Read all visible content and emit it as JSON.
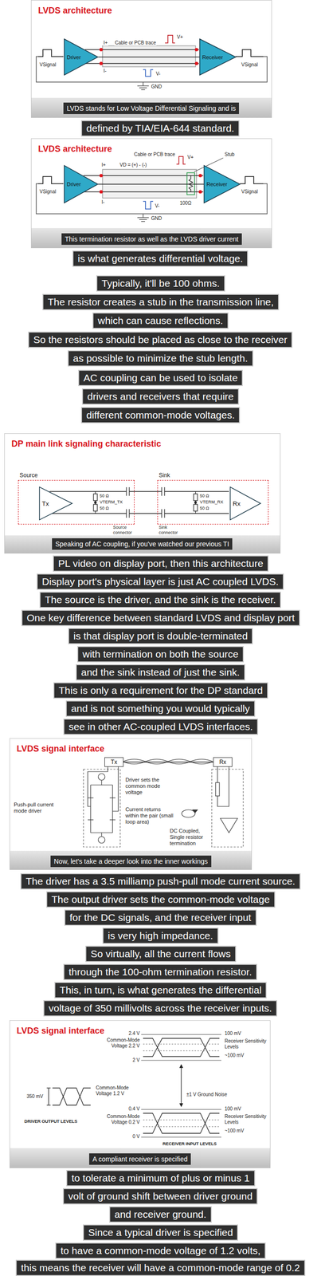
{
  "diagram": {
    "nodes": [
      {
        "text": [
          "LVDS architecture"
        ]
      },
      {
        "text": [
          "Driver"
        ],
        "in": 0
      },
      {
        "text": [
          "Receiver"
        ],
        "in": 0
      },
      {
        "text": [
          "LVDS stands for Low Voltage Differential Signaling and is"
        ],
        "in": 0
      },
      {
        "text": [
          "defined by TIA/EIA-644 standard."
        ]
      },
      {
        "text": [
          "LVDS architecture"
        ]
      },
      {
        "text": [
          "Driver"
        ],
        "in": 5
      },
      {
        "text": [
          "Receiver"
        ],
        "in": 5
      },
      {
        "text": [
          "This termination resistor as well as the LVDS driver current"
        ],
        "in": 5
      },
      {
        "text": [
          "is what generates differential voltage."
        ]
      },
      {
        "text": [
          "Typically, it'll be 100 ohms."
        ]
      },
      {
        "text": [
          "The resistor creates a stub in the transmission line,"
        ]
      },
      {
        "text": [
          "which can cause reflections."
        ]
      },
      {
        "text": [
          "So the resistors should be placed as close to the receiver"
        ]
      },
      {
        "text": [
          "as possible to minimize the stub length."
        ]
      },
      {
        "text": [
          "AC coupling can be used to isolate"
        ]
      },
      {
        "text": [
          "drivers and receivers that require"
        ]
      },
      {
        "text": [
          "different common-mode voltages."
        ]
      },
      {
        "text": [
          "DP main link signaling characteristic"
        ]
      },
      {
        "text": [
          "Source"
        ],
        "in": 18
      },
      {
        "text": [
          "Tx"
        ],
        "in": 19
      },
      {
        "text": [
          "Sink"
        ],
        "in": 18
      },
      {
        "text": [
          "Rx"
        ],
        "in": 21
      },
      {
        "text": [
          "Speaking of AC coupling, if you've watched our previous TI"
        ],
        "in": 18
      },
      {
        "text": [
          "PL video on display port, then this architecture"
        ]
      },
      {
        "text": [
          "Display port's physical layer is just AC coupled LVDS."
        ]
      },
      {
        "text": [
          "The source is the driver, and the sink is the receiver."
        ]
      },
      {
        "text": [
          "One key difference between standard LVDS and display port"
        ]
      },
      {
        "text": [
          "is that display port is double-terminated"
        ]
      },
      {
        "text": [
          "with termination on both the source"
        ]
      },
      {
        "text": [
          "and the sink instead of just the sink."
        ]
      },
      {
        "text": [
          "This is only a requirement for the DP standard"
        ]
      },
      {
        "text": [
          "and is not something you would typically"
        ]
      },
      {
        "text": [
          "see in other AC-coupled LVDS interfaces."
        ]
      },
      {
        "text": [
          "LVDS signal interface"
        ]
      },
      {
        "text": [
          "Tx"
        ],
        "in": 34
      },
      {
        "text": [
          "Rx"
        ],
        "in": 34
      },
      {
        "text": [
          "Now, let's take a deeper look into the inner workings"
        ],
        "in": 34
      },
      {
        "text": [
          "The driver has a 3.5 milliamp push-pull mode current source."
        ]
      },
      {
        "text": [
          "The output driver sets the common-mode voltage"
        ]
      },
      {
        "text": [
          "for the DC signals, and the receiver input"
        ]
      },
      {
        "text": [
          "is very high impedance."
        ]
      },
      {
        "text": [
          "So virtually, all the current flows"
        ]
      },
      {
        "text": [
          "through the 100-ohm termination resistor."
        ]
      },
      {
        "text": [
          "This, in turn, is what generates the differential"
        ]
      },
      {
        "text": [
          "voltage of 350 millivolts across the receiver inputs."
        ]
      },
      {
        "text": [
          "LVDS signal interface"
        ]
      },
      {
        "text": [
          "A compliant receiver is specified"
        ],
        "in": 46
      },
      {
        "text": [
          "to tolerate a minimum of plus or minus 1"
        ]
      },
      {
        "text": [
          "volt of ground shift between driver ground"
        ]
      },
      {
        "text": [
          "and receiver ground."
        ]
      },
      {
        "text": [
          "Since a typical driver is specified"
        ]
      },
      {
        "text": [
          "to have a common-mode voltage of 1.2 volts,"
        ]
      },
      {
        "text": [
          "this means the receiver will have a common-mode range of 0.2"
        ]
      }
    ],
    "edges": [
      {
        "from": 1,
        "to": 2,
        "arrow": "none"
      },
      {
        "from": 6,
        "to": 7,
        "arrow": "none"
      },
      {
        "from": 35,
        "to": 36,
        "arrow": "none"
      }
    ],
    "labels": [
      "VSignal",
      "I+",
      "Cable or PCB trace",
      "V+",
      "I-",
      "V-",
      "GND",
      "VSignal",
      "Stub",
      "VSignal",
      "I+",
      "VD = (+) - (-)",
      "Cable or PCB trace",
      "V+",
      "100Ω",
      "I-",
      "V-",
      "GND",
      "VSignal",
      "50 Ω",
      "VTERM_TX",
      "50 Ω",
      "Source connector",
      "Sink connector",
      "50 Ω",
      "VTERM_RX",
      "50 Ω",
      "Driver sets the common mode voltage",
      "Push-pull current mode driver",
      "Current returns within the pair (small loop area)",
      "DC Coupled, Single resistor termination",
      "2.4 V",
      "Common-Mode Voltage 2.2 V",
      "2 V",
      "100 mV",
      "Receiver Sensitivity Levels",
      "~100 mV",
      "350 mV",
      "Common-Mode Voltage 1.2 V",
      "±1 V Ground Noise",
      "DRIVER OUTPUT LEVELS",
      "0.4 V",
      "Common-Mode Voltage 0.2 V",
      "0 V",
      "100 mV",
      "Receiver Sensitivity Levels",
      "~100 mV",
      "RECEIVER INPUT LEVELS"
    ]
  }
}
